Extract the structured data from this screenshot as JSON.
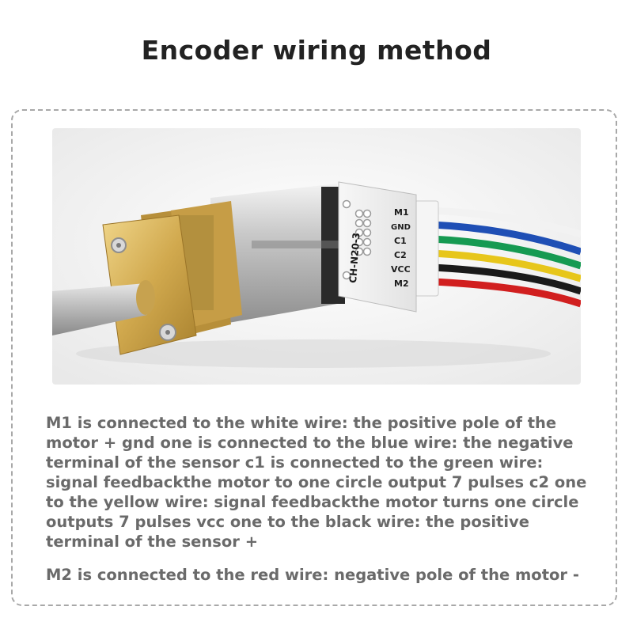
{
  "title": "Encoder wiring method",
  "photo": {
    "pcb_text": "CH-N20-3",
    "pin_labels": [
      "M1",
      "GND",
      "C1",
      "C2",
      "VCC",
      "M2"
    ],
    "wire_colors": [
      "#f2f2f2",
      "#1f4fb5",
      "#169a52",
      "#e7c61b",
      "#1a1a1a",
      "#d11f1f"
    ]
  },
  "description": "M1 is connected to the white wire: the positive pole of the motor + gnd one is connected to the blue wire: the negative terminal of the sensor c1 is connected to the green wire: signal feedbackthe motor to one circle output 7 pulses c2 one to the yellow wire: signal feedbackthe motor turns one circle outputs 7 pulses vcc one to the black wire: the positive terminal of the sensor +",
  "description_m2": "M2 is connected to the red wire: negative pole of the motor -"
}
